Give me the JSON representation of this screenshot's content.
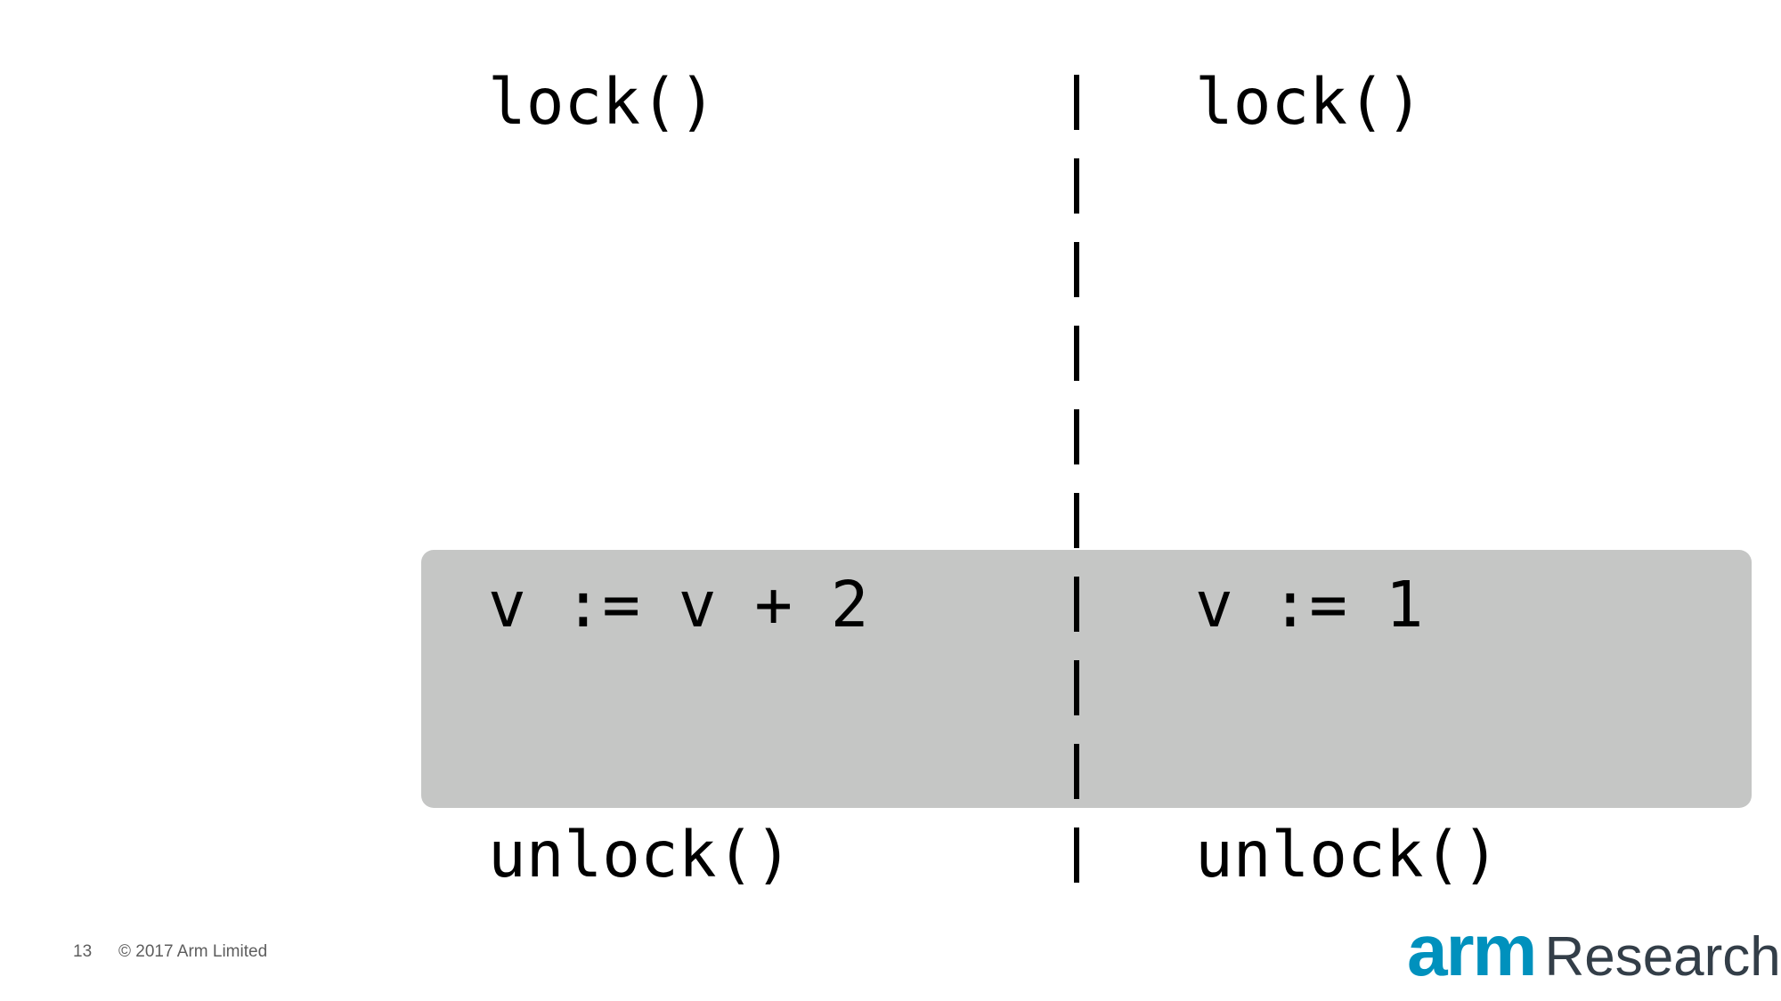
{
  "thread_left": {
    "lock_label": "lock()",
    "assignment": "v := v + 2",
    "unlock_label": "unlock()"
  },
  "thread_right": {
    "lock_label": "lock()",
    "assignment": "v := 1",
    "unlock_label": "unlock()"
  },
  "footer": {
    "slide_number": "13",
    "copyright": "© 2017 Arm Limited"
  },
  "logo": {
    "brand": "arm",
    "division": "Research",
    "brand_color": "#0091bd",
    "division_color": "#333e48"
  },
  "colors": {
    "highlight": "#c5c6c5",
    "text": "#000000"
  }
}
